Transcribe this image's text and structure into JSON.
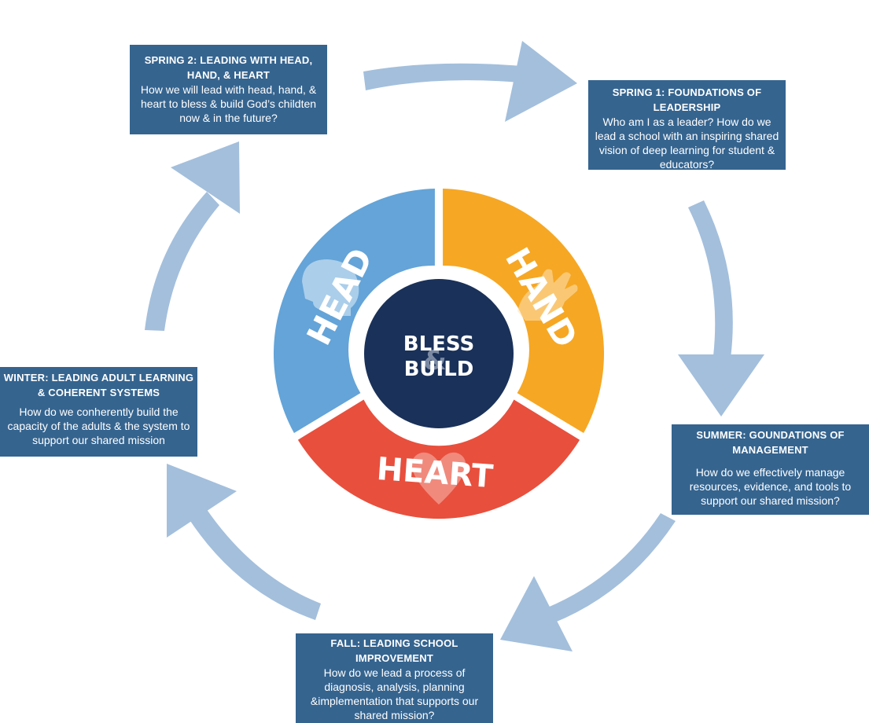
{
  "center": {
    "line1": "BLESS",
    "amp": "&",
    "line2": "BUILD"
  },
  "segments": {
    "head": {
      "label": "HEAD"
    },
    "hand": {
      "label": "HAND"
    },
    "heart": {
      "label": "HEART"
    }
  },
  "boxes": {
    "spring2": {
      "title": "SPRING 2: LEADING WITH HEAD, HAND, & HEART",
      "body": "How we will lead with head, hand, & heart to bless & build God’s childten now & in the future?"
    },
    "spring1": {
      "title": "SPRING 1: FOUNDATIONS OF LEADERSHIP",
      "body": "Who am I as a leader? How do we lead a school with an inspiring shared vision of deep learning for student & educators?"
    },
    "summer": {
      "title": "SUMMER: GOUNDATIONS OF MANAGEMENT",
      "body": "How do we effectively manage resources, evidence, and tools to support our shared mission?"
    },
    "fall": {
      "title": "FALL: LEADING SCHOOL IMPROVEMENT",
      "body": "How do we lead a process of diagnosis, analysis, planning &implementation that supports our shared mission?"
    },
    "winter": {
      "title": "WINTER: LEADING ADULT LEARNING & COHERENT SYSTEMS",
      "body": "How do we conherently build the capacity of the adults & the system to support our shared mission"
    }
  },
  "colors": {
    "box": "#35648f",
    "arrow": "#a3bfdc",
    "head": "#64a4d8",
    "hand": "#f6a723",
    "heart": "#e84f3d",
    "center": "#1a3159",
    "ampersand": "#7b8aa3"
  }
}
